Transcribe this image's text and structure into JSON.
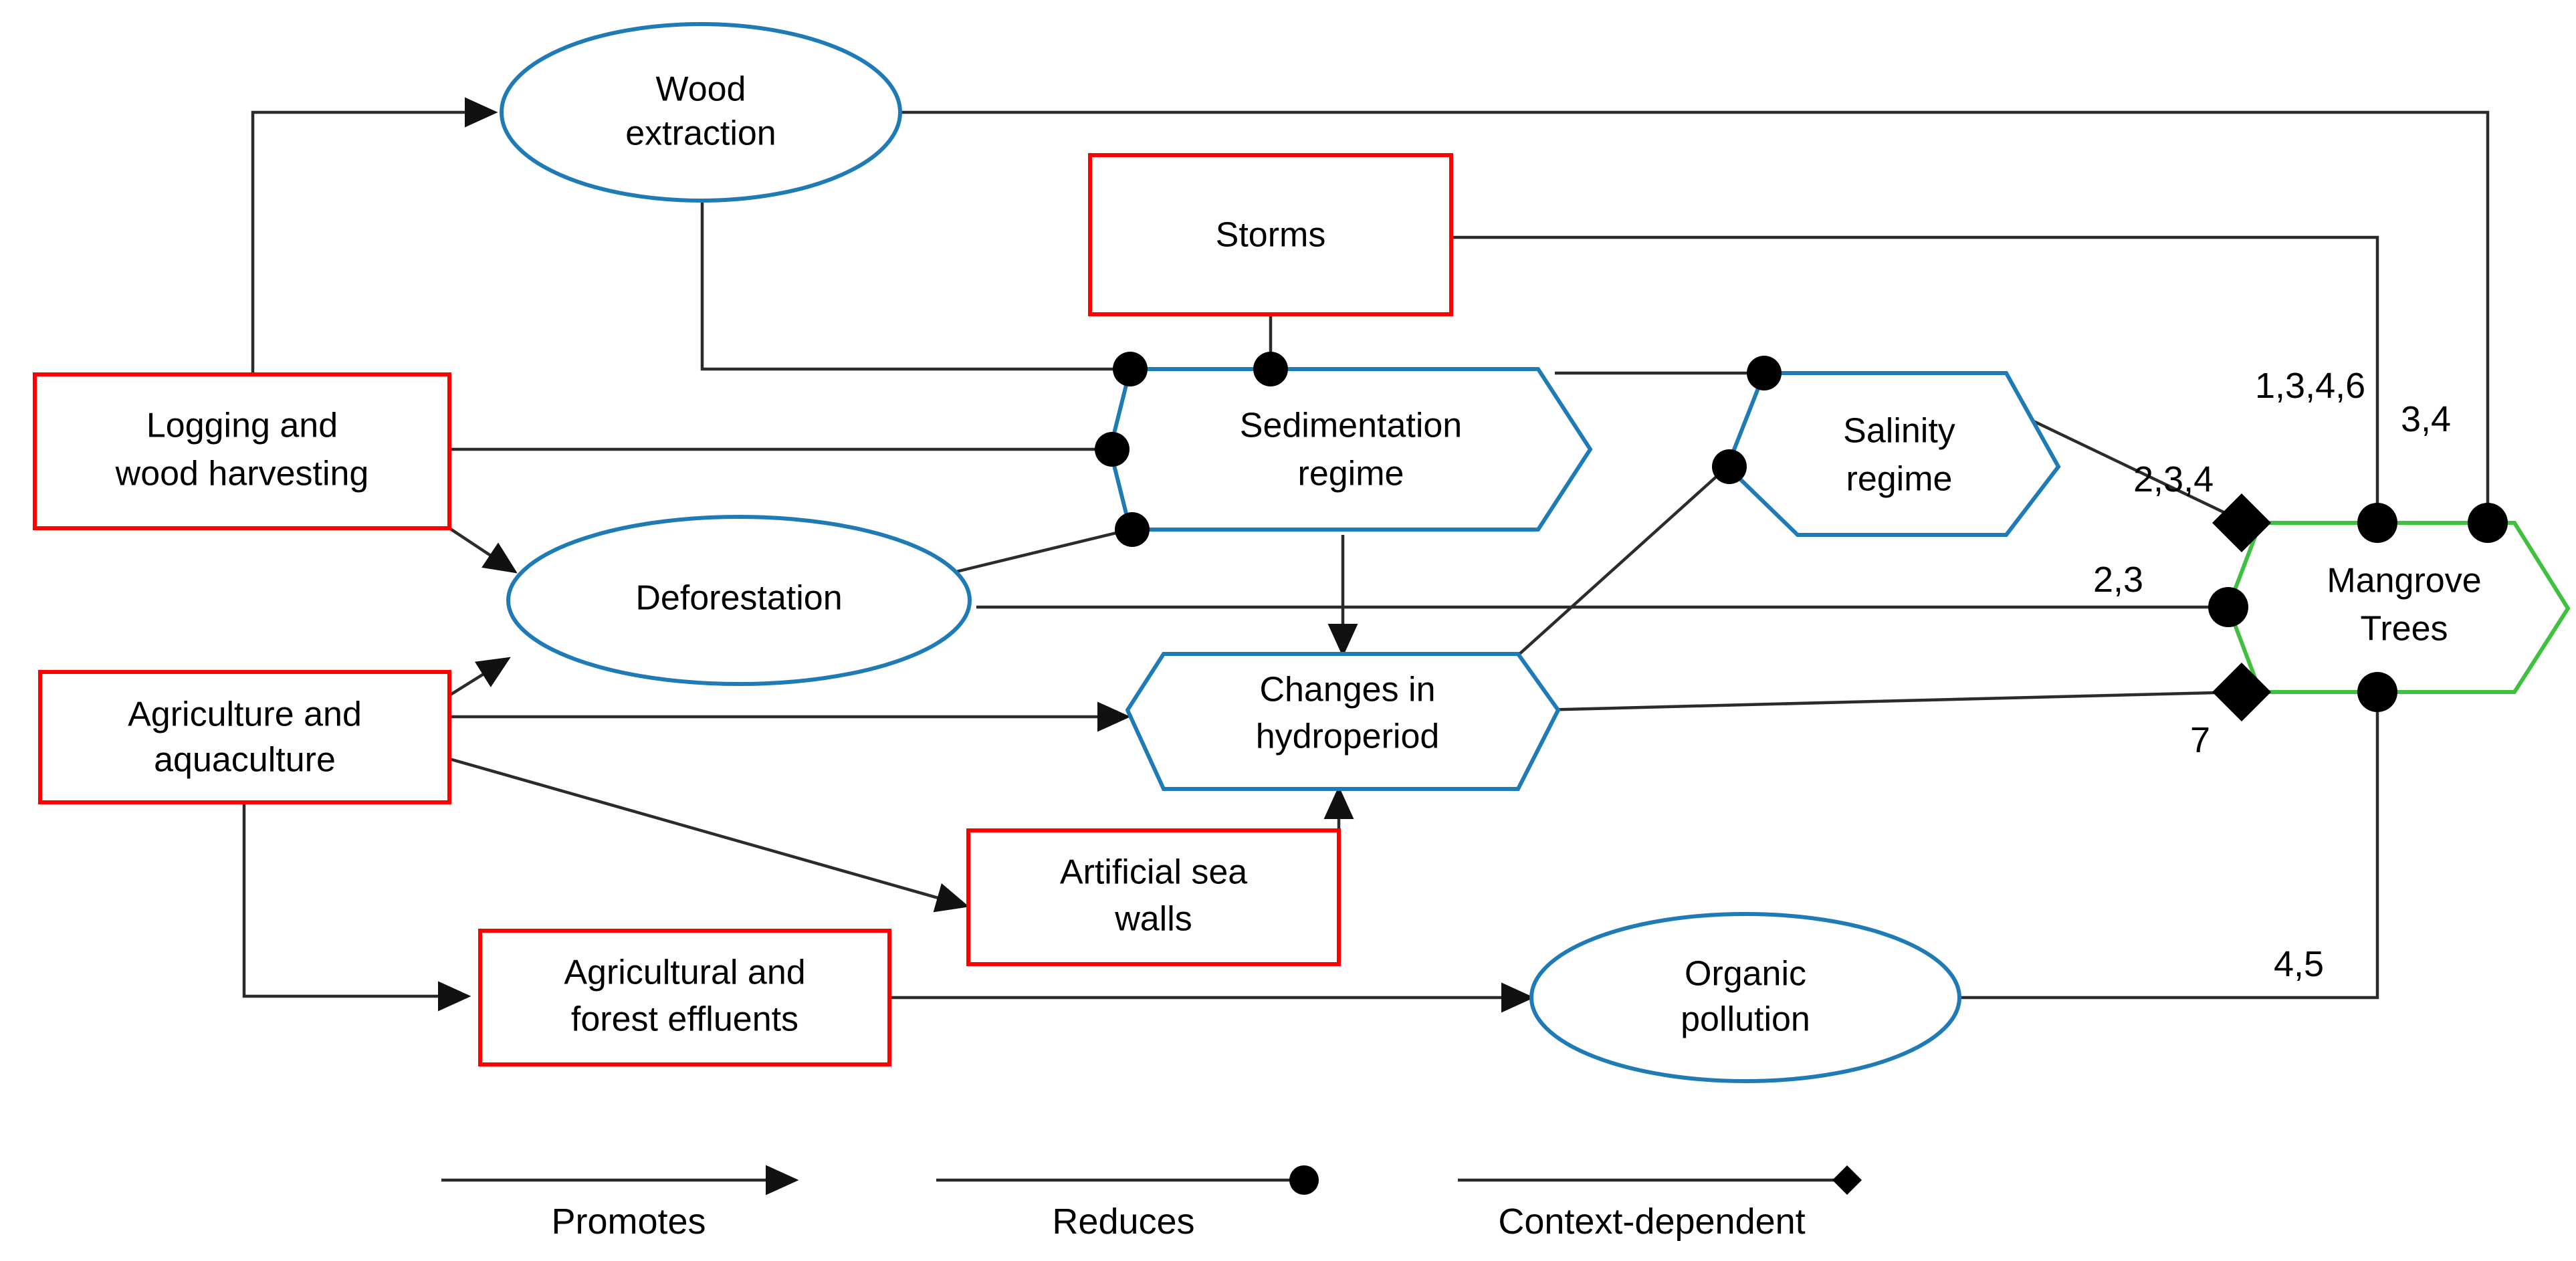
{
  "diagram": {
    "title": "Mangrove ecosystem threat pathway diagram",
    "colors": {
      "pressure_red": "#FF0000",
      "process_blue": "#1F7BB6",
      "target_green": "#3FC03F",
      "edge_black": "#2B2B2B"
    }
  },
  "nodes": [
    {
      "id": "wood-extraction",
      "label_line1": "Wood",
      "label_line2": "extraction",
      "shape": "ellipse",
      "color": "#1F7BB6"
    },
    {
      "id": "storms",
      "label_line1": "Storms",
      "label_line2": "",
      "shape": "rect",
      "color": "#FF0000"
    },
    {
      "id": "logging-and-wood-harvesting",
      "label_line1": "Logging and",
      "label_line2": "wood harvesting",
      "shape": "rect",
      "color": "#FF0000"
    },
    {
      "id": "sedimentation-regime",
      "label_line1": "Sedimentation",
      "label_line2": "regime",
      "shape": "hexagon",
      "color": "#1F7BB6"
    },
    {
      "id": "salinity-regime",
      "label_line1": "Salinity",
      "label_line2": "regime",
      "shape": "hexagon",
      "color": "#1F7BB6"
    },
    {
      "id": "deforestation",
      "label_line1": "Deforestation",
      "label_line2": "",
      "shape": "ellipse",
      "color": "#1F7BB6"
    },
    {
      "id": "mangrove-trees",
      "label_line1": "Mangrove",
      "label_line2": "Trees",
      "shape": "hexagon",
      "color": "#3FC03F"
    },
    {
      "id": "agriculture-and-aquaculture",
      "label_line1": "Agriculture and",
      "label_line2": "aquaculture",
      "shape": "rect",
      "color": "#FF0000"
    },
    {
      "id": "changes-in-hydroperiod",
      "label_line1": "Changes in",
      "label_line2": "hydroperiod",
      "shape": "hexagon",
      "color": "#1F7BB6"
    },
    {
      "id": "artificial-sea-walls",
      "label_line1": "Artificial sea",
      "label_line2": "walls",
      "shape": "rect",
      "color": "#FF0000"
    },
    {
      "id": "agricultural-and-forest-effluents",
      "label_line1": "Agricultural and",
      "label_line2": "forest effluents",
      "shape": "rect",
      "color": "#FF0000"
    },
    {
      "id": "organic-pollution",
      "label_line1": "Organic",
      "label_line2": "pollution",
      "shape": "ellipse",
      "color": "#1F7BB6"
    }
  ],
  "edge_labels": {
    "storms_to_mangrove": "1,3,4,6",
    "wood_extraction_to_mangrove": "3,4",
    "salinity_to_mangrove": "2,3,4",
    "deforestation_to_mangrove": "2,3",
    "hydroperiod_to_mangrove": "7",
    "organic_pollution_to_mangrove": "4,5"
  },
  "edges": [
    {
      "from": "logging-and-wood-harvesting",
      "to": "wood-extraction",
      "type": "promotes"
    },
    {
      "from": "logging-and-wood-harvesting",
      "to": "deforestation",
      "type": "promotes"
    },
    {
      "from": "logging-and-wood-harvesting",
      "to": "sedimentation-regime",
      "type": "reduces"
    },
    {
      "from": "wood-extraction",
      "to": "sedimentation-regime",
      "type": "reduces"
    },
    {
      "from": "wood-extraction",
      "to": "mangrove-trees",
      "type": "reduces",
      "label": "3,4"
    },
    {
      "from": "storms",
      "to": "sedimentation-regime",
      "type": "reduces"
    },
    {
      "from": "storms",
      "to": "mangrove-trees",
      "type": "reduces",
      "label": "1,3,4,6"
    },
    {
      "from": "deforestation",
      "to": "sedimentation-regime",
      "type": "reduces"
    },
    {
      "from": "deforestation",
      "to": "mangrove-trees",
      "type": "reduces",
      "label": "2,3"
    },
    {
      "from": "sedimentation-regime",
      "to": "salinity-regime",
      "type": "reduces"
    },
    {
      "from": "sedimentation-regime",
      "to": "changes-in-hydroperiod",
      "type": "promotes"
    },
    {
      "from": "changes-in-hydroperiod",
      "to": "salinity-regime",
      "type": "reduces"
    },
    {
      "from": "salinity-regime",
      "to": "mangrove-trees",
      "type": "context-dependent",
      "label": "2,3,4"
    },
    {
      "from": "changes-in-hydroperiod",
      "to": "mangrove-trees",
      "type": "context-dependent",
      "label": "7"
    },
    {
      "from": "agriculture-and-aquaculture",
      "to": "deforestation",
      "type": "promotes"
    },
    {
      "from": "agriculture-and-aquaculture",
      "to": "changes-in-hydroperiod",
      "type": "promotes"
    },
    {
      "from": "agriculture-and-aquaculture",
      "to": "artificial-sea-walls",
      "type": "promotes"
    },
    {
      "from": "agriculture-and-aquaculture",
      "to": "agricultural-and-forest-effluents",
      "type": "promotes"
    },
    {
      "from": "artificial-sea-walls",
      "to": "changes-in-hydroperiod",
      "type": "promotes"
    },
    {
      "from": "agricultural-and-forest-effluents",
      "to": "organic-pollution",
      "type": "promotes"
    },
    {
      "from": "organic-pollution",
      "to": "mangrove-trees",
      "type": "reduces",
      "label": "4,5"
    }
  ],
  "legend": {
    "items": [
      {
        "id": "promotes",
        "label": "Promotes",
        "marker": "arrow-head-icon"
      },
      {
        "id": "reduces",
        "label": "Reduces",
        "marker": "circle-head-icon"
      },
      {
        "id": "context-dependent",
        "label": "Context-dependent",
        "marker": "diamond-head-icon"
      }
    ]
  }
}
